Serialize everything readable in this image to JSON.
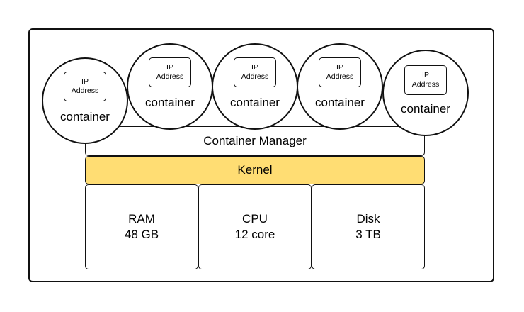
{
  "colors": {
    "kernel_fill": "#ffdd73",
    "stroke": "#111111"
  },
  "container_label": "container",
  "ip_label_line1": "IP",
  "ip_label_line2": "Address",
  "manager_label": "Container Manager",
  "kernel_label": "Kernel",
  "resources": [
    {
      "name": "RAM",
      "value": "48 GB"
    },
    {
      "name": "CPU",
      "value": "12 core"
    },
    {
      "name": "Disk",
      "value": "3 TB"
    }
  ]
}
